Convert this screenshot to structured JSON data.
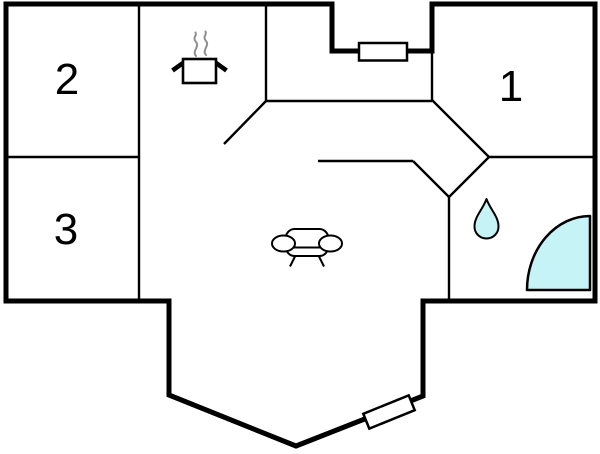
{
  "plan": {
    "title": "apartment-floor-plan",
    "rooms": [
      {
        "id": "room-1",
        "label": "1"
      },
      {
        "id": "room-2",
        "label": "2"
      },
      {
        "id": "room-3",
        "label": "3"
      }
    ],
    "icons": {
      "stove": "stove-pot-icon",
      "steam": "steam-icon",
      "sofa": "sofa-icon",
      "water_drop": "water-drop-icon",
      "shower": "shower-quarter-icon",
      "window": "window-marker",
      "door": "door-marker"
    },
    "colors": {
      "wall": "#000000",
      "background": "#ffffff",
      "water": "#c6f3f6",
      "steam": "#8f8f8f"
    }
  }
}
